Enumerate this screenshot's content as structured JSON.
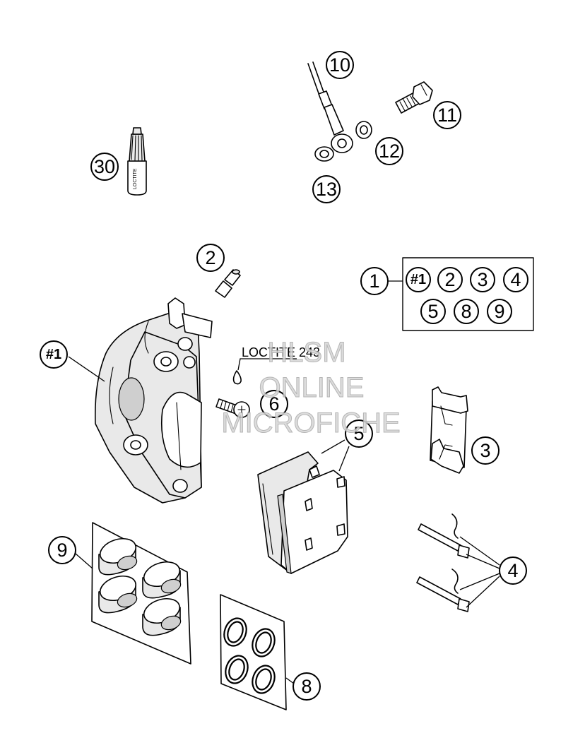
{
  "callouts": {
    "c30": "30",
    "c10": "10",
    "c11": "11",
    "c12": "12",
    "c13": "13",
    "c2": "2",
    "c1": "1",
    "c_h1": "#1",
    "c6": "6",
    "c5": "5",
    "c3": "3",
    "c9": "9",
    "c4": "4",
    "c8": "8"
  },
  "kit_box": {
    "items_row1": [
      "#1",
      "2",
      "3",
      "4"
    ],
    "items_row2": [
      "5",
      "8",
      "9"
    ]
  },
  "labels": {
    "loctite_243": "LOCTITE 243",
    "bottle": "LOCTITE"
  },
  "watermark": {
    "line1": "HLSM",
    "line2": "ONLINE",
    "line3": "MICROFICHE"
  }
}
